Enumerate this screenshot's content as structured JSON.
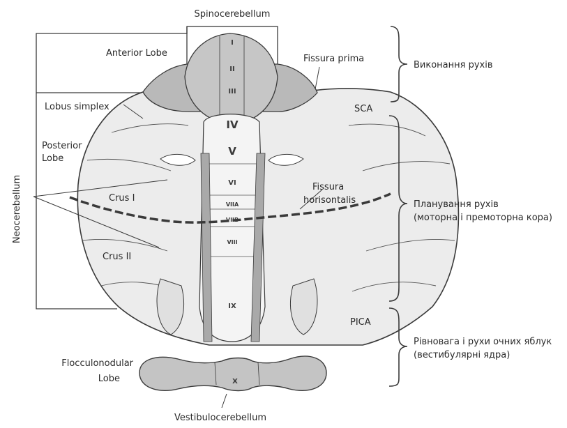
{
  "labels": {
    "spinocerebellum": "Spinocerebellum",
    "anterior_lobe": "Anterior Lobe",
    "fissura_prima": "Fissura prima",
    "lobus_simplex": "Lobus simplex",
    "sca": "SCA",
    "posterior_lobe_1": "Posterior",
    "posterior_lobe_2": "Lobe",
    "neocerebellum": "Neocerebellum",
    "crus_i": "Crus I",
    "crus_ii": "Crus II",
    "fissura_horisontalis_1": "Fissura",
    "fissura_horisontalis_2": "horisontalis",
    "pica": "PICA",
    "flocculonodular_1": "Flocculonodular",
    "flocculonodular_2": "Lobe",
    "vestibulocerebellum": "Vestibulocerebellum"
  },
  "lobules": {
    "i": "I",
    "ii": "II",
    "iii": "III",
    "iv": "IV",
    "v": "V",
    "vi": "VI",
    "viia": "VIIA",
    "viib": "VIIB",
    "viii": "VIII",
    "ix": "IX",
    "x": "X"
  },
  "functions": {
    "execution": "Виконання рухів",
    "planning_1": "Планування рухів",
    "planning_2": "(моторна і премоторна кора)",
    "balance_1": "Рівновага і рухи очних яблук",
    "balance_2": "(вестибулярні ядра)"
  },
  "colors": {
    "outline": "#3a3a3a",
    "hemisphere_fill": "#ececec",
    "anterior_fill": "#b9b9b9",
    "vessel_fill": "#a9a9a9",
    "flocculus_fill": "#c4c4c4",
    "vermis_fill": "#f4f4f4"
  }
}
